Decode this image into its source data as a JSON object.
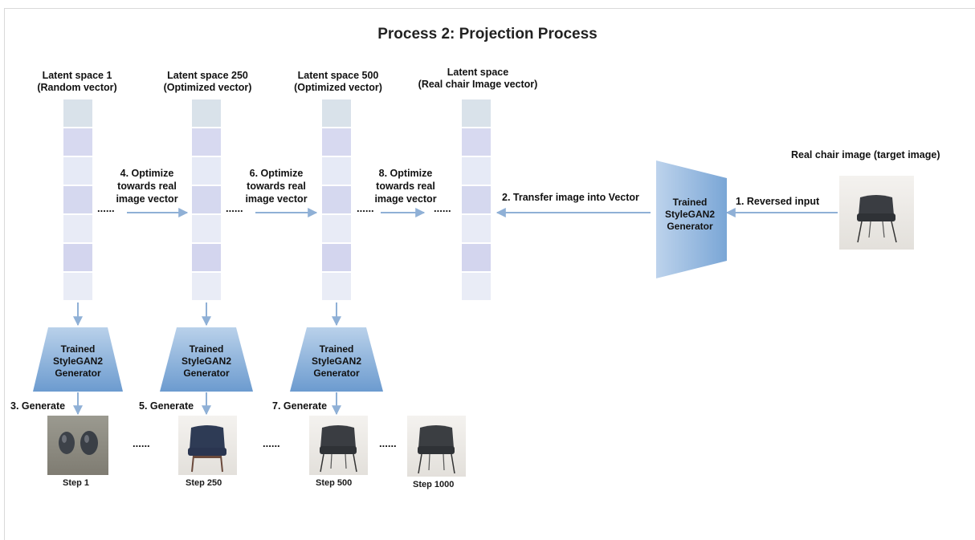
{
  "title": "Process 2: Projection Process",
  "latent_labels": [
    {
      "line1": "Latent space 1",
      "line2": "(Random vector)"
    },
    {
      "line1": "Latent space 250",
      "line2": "(Optimized vector)"
    },
    {
      "line1": "Latent space 500",
      "line2": "(Optimized vector)"
    },
    {
      "line1": "Latent space",
      "line2": "(Real chair Image vector)"
    }
  ],
  "optimize_steps": [
    {
      "line1": "4.  Optimize",
      "line2": "towards real",
      "line3": "image vector"
    },
    {
      "line1": "6. Optimize",
      "line2": "towards real",
      "line3": "image vector"
    },
    {
      "line1": "8. Optimize",
      "line2": "towards real",
      "line3": "image vector"
    }
  ],
  "ellipsis": "......",
  "transfer_label": "2.  Transfer image into Vector",
  "reversed_label": "1. Reversed input",
  "target_label": "Real chair image (target image)",
  "generator": {
    "line1": "Trained",
    "line2": "StyleGAN2",
    "line3": "Generator"
  },
  "generate_labels": [
    "3. Generate",
    "5. Generate",
    "7. Generate"
  ],
  "step_labels": [
    "Step 1",
    "Step 250",
    "Step 500",
    "Step 1000"
  ],
  "colors": {
    "arrow": "#8fb0d6",
    "generator_top": "#b4cde9",
    "generator_bottom": "#6f9fd2"
  },
  "icons": [
    "chair-photo",
    "blob-photo",
    "arrow-right",
    "arrow-left",
    "arrow-down"
  ]
}
